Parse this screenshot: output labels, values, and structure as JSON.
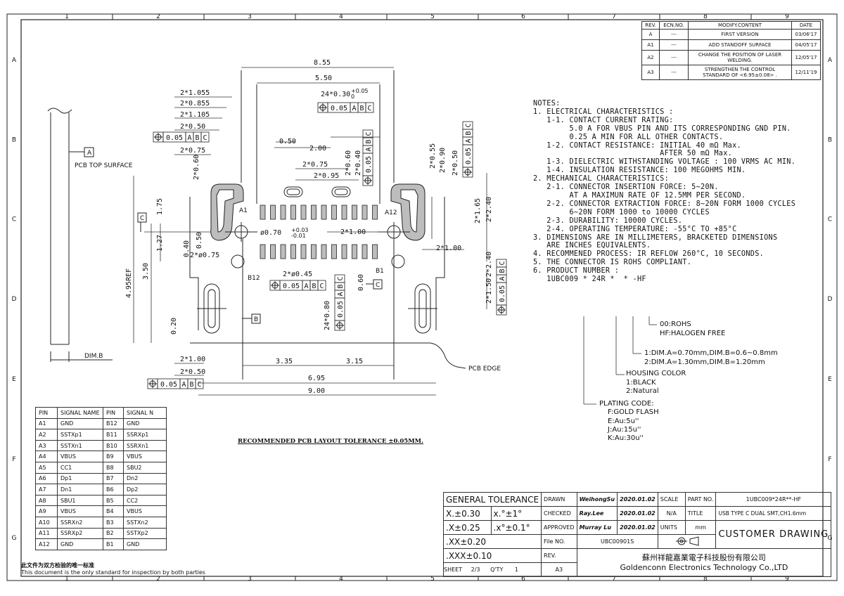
{
  "border_cols": [
    "1",
    "2",
    "3",
    "4",
    "5",
    "6",
    "7",
    "8",
    "9"
  ],
  "border_rows": [
    "A",
    "B",
    "C",
    "D",
    "E",
    "F",
    "G"
  ],
  "revision_table": {
    "headers": [
      "REV.",
      "ECN.NO.",
      "MODIFY.CONTENT",
      "DATE"
    ],
    "rows": [
      {
        "rev": "A",
        "ecn": "---",
        "content": "FIRST VERSION",
        "date": "03/06'17"
      },
      {
        "rev": "A1",
        "ecn": "---",
        "content": "ADD STANDOFF SURFACE",
        "date": "04/05'17"
      },
      {
        "rev": "A2",
        "ecn": "---",
        "content": "CHANGE THE POSITION OF LASER WELDING.",
        "date": "12/05'17"
      },
      {
        "rev": "A3",
        "ecn": "---",
        "content": "STRENGTHEN THE CONTROL STANDARD OF <6.95±0.08> .",
        "date": "12/11'19"
      }
    ]
  },
  "dims": {
    "d855": "8.55",
    "d550": "5.50",
    "d1055": "2*1.055",
    "d0855": "2*0.855",
    "d1105": "2*1.105",
    "d050a": "2*0.50",
    "d075a": "2*0.75",
    "d060a": "2*0.60",
    "d050b": "0.50",
    "d200": "2.00",
    "d075b": "2*0.75",
    "d095": "2*0.95",
    "d060b": "2*0.60",
    "d040": "2*0.40",
    "d030": "24*0.30",
    "d030tol": "+0.05",
    "d030tol2": "0",
    "d055": "2*0.55",
    "d090": "2*0.90",
    "d050c": "2*0.50",
    "d175": "1.75",
    "d165": "2*1.65",
    "d240": "2*2.40",
    "d127": "1.27",
    "d050d": "0.50",
    "d040b": "0.40",
    "d075c": "2*ø0.75",
    "d070": "ø0.70",
    "d070tol": "+0.03",
    "d070tol2": "-0.01",
    "d100a": "2*1.00",
    "d100b": "2*1.00",
    "d350": "3.50",
    "d495": "4.95REF",
    "d045": "2*ø0.45",
    "d060c": "0.60",
    "d240b": "2*2.40",
    "d150": "2*1.50",
    "d080": "24*0.80",
    "d020": "0.20",
    "d100c": "2*1.00",
    "d050e": "2*0.50",
    "d335": "3.35",
    "d315": "3.15",
    "d695": "6.95",
    "d900": "9.00",
    "dimb": "DIM.B"
  },
  "tol": {
    "t1": "0.05",
    "a": "A",
    "b": "B",
    "c": "C",
    "t2": "0.05"
  },
  "labels": {
    "pcb_top": "PCB TOP SURFACE",
    "pcb_edge": "PCB EDGE",
    "A1": "A1",
    "A12": "A12",
    "B1": "B1",
    "B12": "B12",
    "datumA": "A",
    "datumB": "B",
    "datumC": "C",
    "datumC2": "C"
  },
  "notes": [
    "NOTES:",
    "1. ELECTRICAL CHARACTERISTICS :",
    "   1-1. CONTACT CURRENT RATING:",
    "        5.0 A FOR VBUS PIN AND ITS CORRESPONDING GND PIN.",
    "        0.25 A MIN FOR ALL OTHER CONTACTS.",
    "   1-2. CONTACT RESISTANCE: INITIAL 40 mΩ Max.",
    "                            AFTER 50 mΩ Max.",
    "",
    "   1-3. DIELECTRIC WITHSTANDING VOLTAGE : 100 VRMS AC MIN.",
    "   1-4. INSULATION RESISTANCE: 100 MEGOHMS MIN.",
    "2. MECHANICAL CHARACTERISTICS:",
    "   2-1. CONNECTOR INSERTION FORCE: 5~20N.",
    "        AT A MAXIMUN RATE OF 12.5MM PER SECOND.",
    "   2-2. CONNECTOR EXTRACTION FORCE: 8~20N FORM 1000 CYCLES",
    "        6~20N FORM 1000 to 10000 CYCLES",
    "   2-3. DURABILITY: 10000 CYCLES.",
    "   2-4. OPERATING TEMPERATURE: -55°C TO +85°C",
    "3. DIMENSIONS ARE IN MILLIMETERS, BRACKETED DIMENSIONS",
    "   ARE INCHES EQUIVALENTS.",
    "4. RECOMMENED PROCESS: IR REFLOW 260°C, 10 SECONDS.",
    "5. THE CONNECTOR IS ROHS COMPLIANT.",
    "6. PRODUCT NUMBER :",
    "   1UBC009 * 24R *  * -HF"
  ],
  "product_code": {
    "hf": [
      "00:ROHS",
      "HF:HALOGEN FREE"
    ],
    "dim": [
      "1:DIM.A=0.70mm,DIM.B=0.6~0.8mm",
      "2:DIM.A=1.30mm,DIM.B=1.20mm"
    ],
    "housing": [
      "HOUSING COLOR",
      "1:BLACK",
      "2:Natural"
    ],
    "plating": [
      "PLATING CODE:",
      "F:GOLD FLASH",
      "E:Au:5u''",
      "J:Au:15u''",
      "K:Au:30u''"
    ]
  },
  "pin_table": {
    "headers": [
      "PIN",
      "SIGNAL NAME",
      "PIN",
      "SIGNAL N"
    ],
    "rows": [
      [
        "A1",
        "GND",
        "B12",
        "GND"
      ],
      [
        "A2",
        "SSTXp1",
        "B11",
        "SSRXp1"
      ],
      [
        "A3",
        "SSTXn1",
        "B10",
        "SSRXn1"
      ],
      [
        "A4",
        "VBUS",
        "B9",
        "VBUS"
      ],
      [
        "A5",
        "CC1",
        "B8",
        "SBU2"
      ],
      [
        "A6",
        "Dp1",
        "B7",
        "Dn2"
      ],
      [
        "A7",
        "Dn1",
        "B6",
        "Dp2"
      ],
      [
        "A8",
        "SBU1",
        "B5",
        "CC2"
      ],
      [
        "A9",
        "VBUS",
        "B4",
        "VBUS"
      ],
      [
        "A10",
        "SSRXn2",
        "B3",
        "SSTXn2"
      ],
      [
        "A11",
        "SSRXp2",
        "B2",
        "SSTXp2"
      ],
      [
        "A12",
        "GND",
        "B1",
        "GND"
      ]
    ]
  },
  "pcb_tolerance": "RECOMMENDED PCB LAYOUT TOLERANCE ±0.05MM.",
  "title_block": {
    "gen_tol": "GENERAL TOLERANCE",
    "tol_rows": [
      [
        "X.±0.30",
        "x.°±1°"
      ],
      [
        ".X±0.25",
        ".x°±0.1°"
      ],
      [
        ".XX±0.20",
        ""
      ],
      [
        ".XXX±0.10",
        ""
      ]
    ],
    "drawn": "DRAWN",
    "drawn_by": "WeihongSu",
    "drawn_date": "2020.01.02",
    "checked": "CHECKED",
    "checked_by": "Ray.Lee",
    "checked_date": "2020.01.02",
    "approved": "APPROVED",
    "approved_by": "Murray Lu",
    "approved_date": "2020.01.02",
    "file_no": "File NO.",
    "file_val": "UBC00901S",
    "rev": "REV.",
    "rev_val": "A3",
    "scale": "SCALE",
    "scale_val": "N/A",
    "units": "UNITS",
    "units_val": "mm",
    "part_no": "PART NO.",
    "part_val": "1UBC009*24R**-HF",
    "title": "TITLE",
    "title_val": "USB TYPE C DUAL SMT,CH1.6mm",
    "customer": "CUSTOMER DRAWING",
    "company_cn": "蘇州祥龍嘉業電子科技股份有限公司",
    "company_en": "Goldenconn Electronics Technology Co.,LTD",
    "sheet": "SHEET",
    "sheet_val": "2/3",
    "qty": "Q'TY",
    "qty_val": "1",
    "size": "A3"
  },
  "footer": {
    "cn": "此文件为双方检验的唯一标准",
    "en": "This document is the only standard for inspection by both parties"
  }
}
